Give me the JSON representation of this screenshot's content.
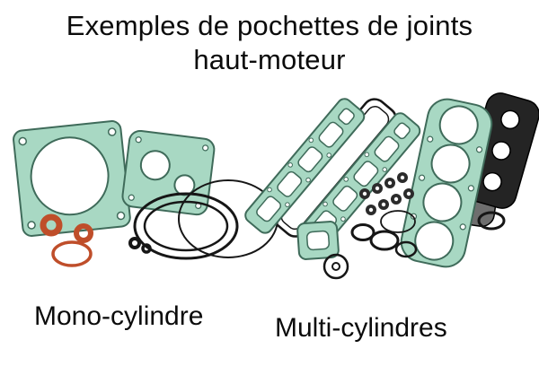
{
  "title": {
    "line1": "Exemples de pochettes de joints",
    "line2": "haut-moteur"
  },
  "captions": {
    "mono": "Mono-cylindre",
    "multi": "Multi-cylindres"
  },
  "colors": {
    "background": "#ffffff",
    "text": "#0b0b0b",
    "gasket_fill": "#a8d8c3",
    "gasket_stroke": "#3f6b5a",
    "seal_orange": "#bf4e2a",
    "ring_black": "#161616",
    "seal_dark": "#2b2b2b",
    "dark_gasket_fill": "#242424",
    "gray_gasket_fill": "#6e6e6e",
    "dark_gasket_stroke": "#000000"
  },
  "illustration": {
    "mono_items": [
      "cylinder-head-gasket",
      "cover-gasket",
      "orange-seal-rings",
      "rubber-o-rings"
    ],
    "multi_items": [
      "valve-cover-gasket-outline",
      "base-gaskets",
      "valve-stem-seals",
      "square-gasket",
      "o-rings",
      "four-cylinder-head-gasket",
      "cover-gaskets"
    ]
  }
}
